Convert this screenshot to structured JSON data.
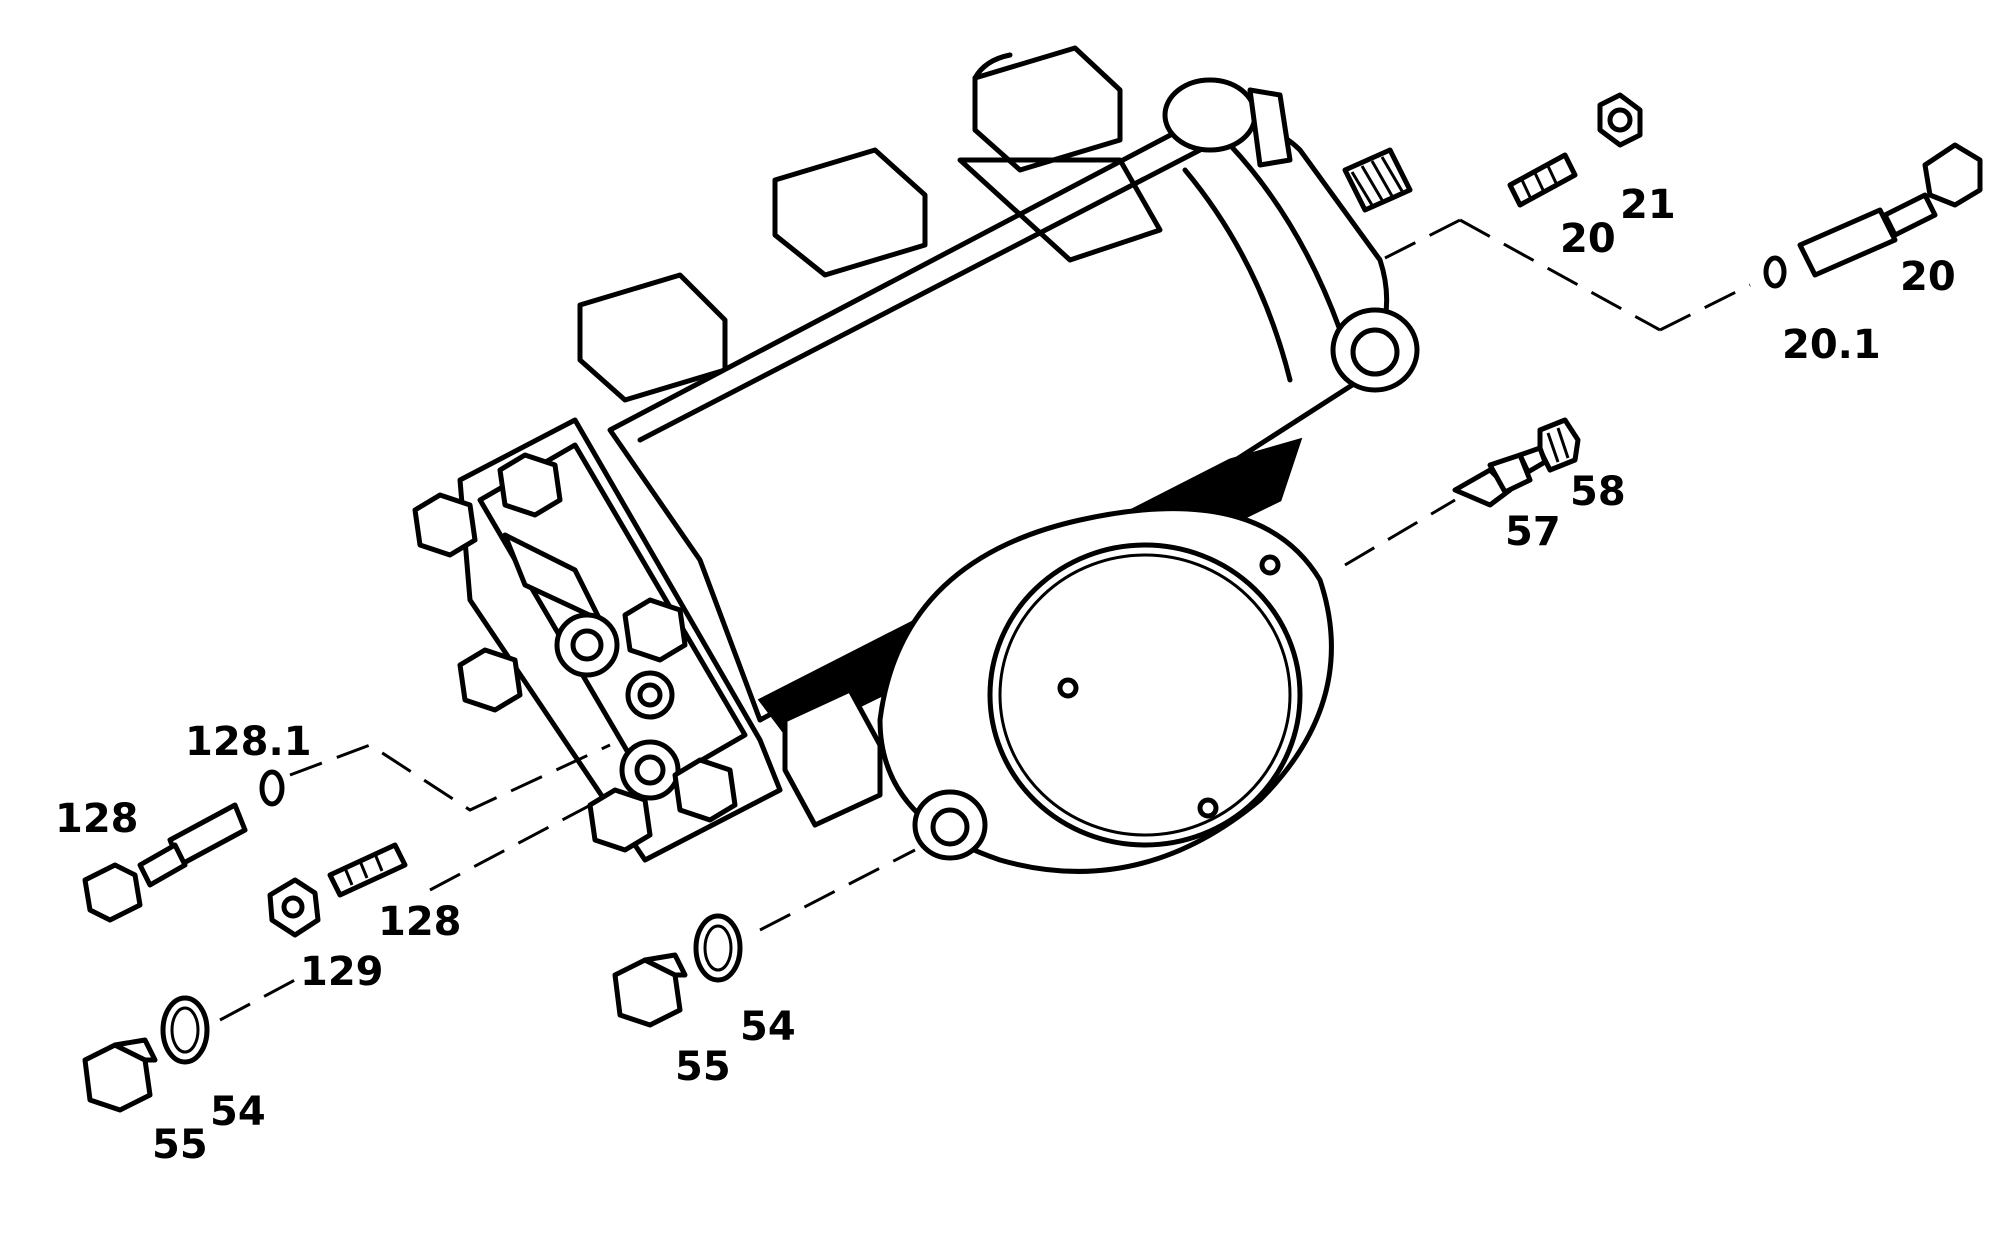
{
  "diagram": {
    "callouts": [
      {
        "id": "c-21",
        "text": "21"
      },
      {
        "id": "c-20-a",
        "text": "20"
      },
      {
        "id": "c-20-b",
        "text": "20"
      },
      {
        "id": "c-20-1",
        "text": "20.1"
      },
      {
        "id": "c-58",
        "text": "58"
      },
      {
        "id": "c-57",
        "text": "57"
      },
      {
        "id": "c-128-1",
        "text": "128.1"
      },
      {
        "id": "c-128-a",
        "text": "128"
      },
      {
        "id": "c-128-b",
        "text": "128"
      },
      {
        "id": "c-129",
        "text": "129"
      },
      {
        "id": "c-54-a",
        "text": "54"
      },
      {
        "id": "c-55-a",
        "text": "55"
      },
      {
        "id": "c-54-b",
        "text": "54"
      },
      {
        "id": "c-55-b",
        "text": "55"
      }
    ]
  }
}
